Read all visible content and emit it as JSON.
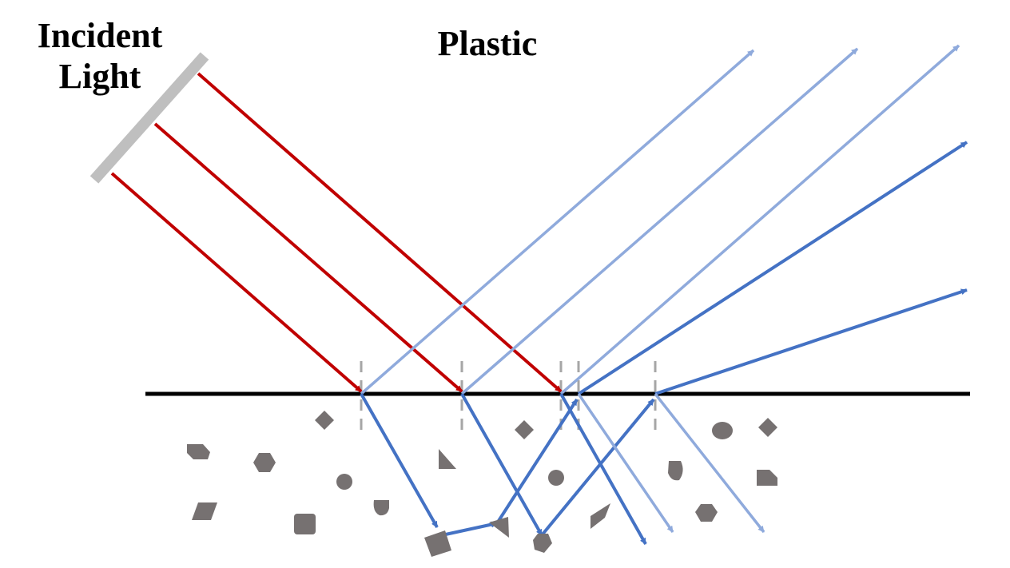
{
  "labels": {
    "incident_light": "Incident\nLight",
    "material": "Plastic"
  },
  "colors": {
    "incident_ray": "#c00000",
    "specular_ray": "#8faadc",
    "diffuse_ray": "#4472c4",
    "surface": "#000000",
    "normal": "#a6a6a6",
    "source": "#bfbfbf",
    "particle": "#767171"
  },
  "icons": {
    "source": "light-source-bar",
    "particles": "scattering-particles"
  }
}
